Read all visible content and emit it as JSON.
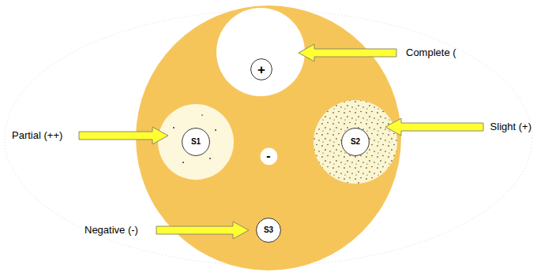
{
  "diagram": {
    "nodes": [
      {
        "text": [
          "+"
        ]
      },
      {
        "text": [
          "S1"
        ]
      },
      {
        "text": [
          "-"
        ]
      },
      {
        "text": [
          "S2"
        ]
      },
      {
        "text": [
          "S3"
        ]
      }
    ],
    "labels": [
      "Complete (",
      "Partial (++)",
      "Slight (+)",
      "Negative (-)"
    ]
  }
}
